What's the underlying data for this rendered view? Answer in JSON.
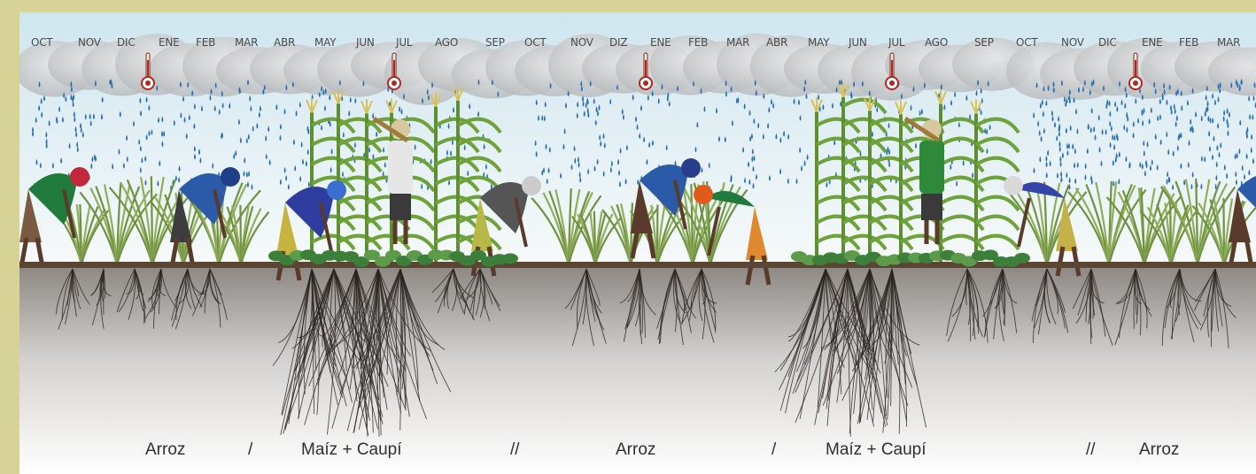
{
  "months": [
    "OCT",
    "NOV",
    "DIC",
    "ENE",
    "FEB",
    "MAR",
    "ABR",
    "MAY",
    "JUN",
    "JUL",
    "AGO",
    "SEP",
    "OCT",
    "NOV",
    "DIZ",
    "ENE",
    "FEB",
    "MAR",
    "ABR",
    "MAY",
    "JUN",
    "JUL",
    "AGO",
    "SEP",
    "OCT",
    "NOV",
    "DIC",
    "ENE",
    "FEB",
    "MAR"
  ],
  "crop_labels": [
    "Arroz",
    "/",
    "Maíz + Caupí",
    "//",
    "Arroz",
    "/",
    "Maíz + Caupí",
    "//",
    "Arroz"
  ],
  "icons": [
    "thermometer-icon",
    "rain-cloud-icon",
    "farmer-figure",
    "rice-plant",
    "maize-plant",
    "cowpea-plant",
    "root-system"
  ],
  "colors": {
    "frame": "#d7d296",
    "sky_top": "#cfe6ef",
    "sky_bottom": "#f4f8f7",
    "soil_top": "#8f8a86",
    "soil_bottom": "#ffffff",
    "rain": "#2a6fb3",
    "ground_line": "#4a3a2c"
  }
}
